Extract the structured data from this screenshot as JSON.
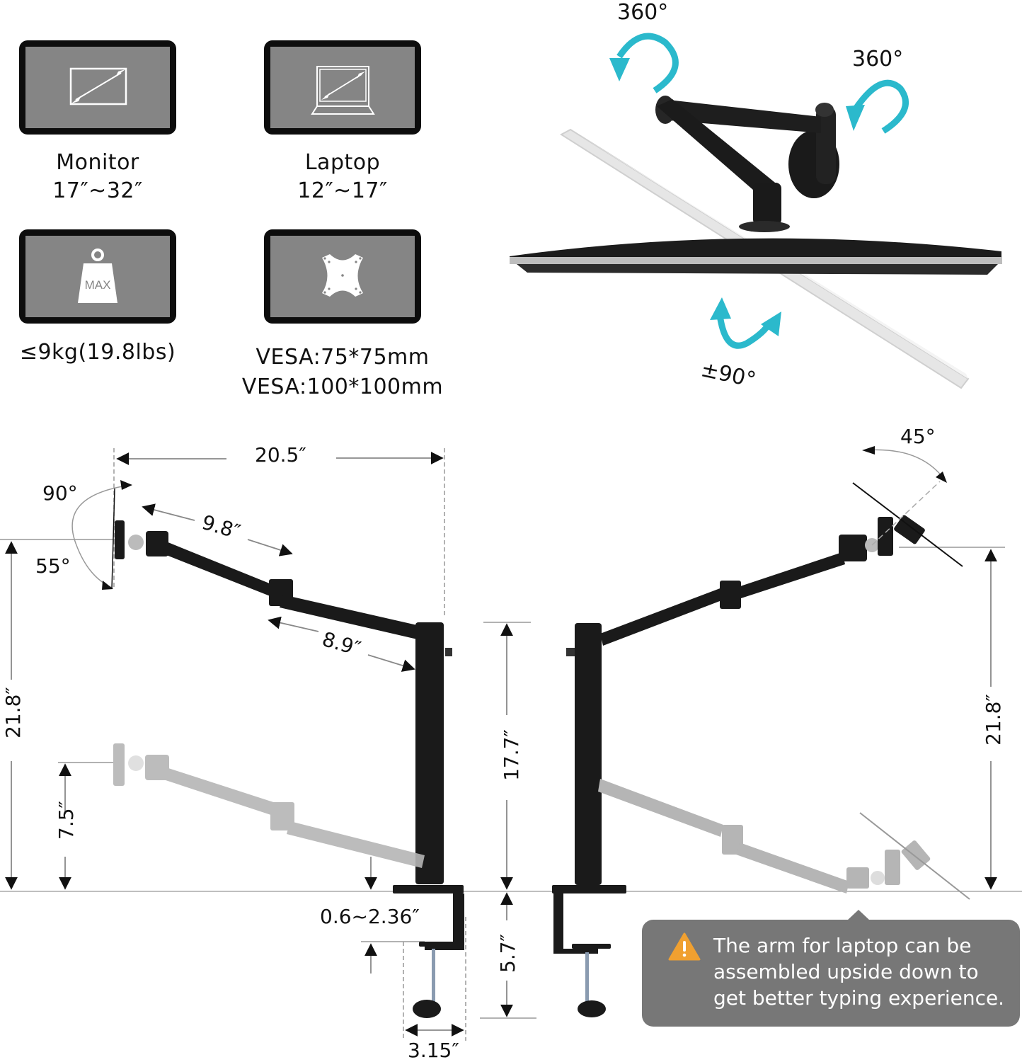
{
  "specs": [
    {
      "id": "monitor",
      "icon": "monitor-diagonal-icon",
      "line1": "Monitor",
      "line2": "17″~32″"
    },
    {
      "id": "laptop",
      "icon": "laptop-diagonal-icon",
      "line1": "Laptop",
      "line2": "12″~17″"
    },
    {
      "id": "weight",
      "icon": "max-weight-icon",
      "icon_text": "MAX",
      "line1": "≤9kg(19.8lbs)"
    },
    {
      "id": "vesa",
      "icon": "vesa-plate-icon",
      "line1": "VESA:75*75mm",
      "line2": "VESA:100*100mm"
    }
  ],
  "rotation": {
    "swivel_arm_label": "360°",
    "swivel_head_label": "360°",
    "rotate_label": "±90°",
    "arrow_color": "#2bb9cc"
  },
  "monitor_diagram": {
    "arm_reach": "20.5″",
    "tilt_up": "90°",
    "tilt_down": "55°",
    "forearm_length": "9.8″",
    "upper_arm_length": "8.9″",
    "max_height": "21.8″",
    "min_height": "7.5″",
    "pole_height": "17.7″",
    "desk_thickness": "0.6~2.36″",
    "clamp_depth": "5.7″",
    "clamp_width": "3.15″"
  },
  "laptop_diagram": {
    "tilt": "45°",
    "max_height": "21.8″"
  },
  "callout": {
    "icon": "warning-icon",
    "text": "The arm for laptop can be assembled upside down to get better typing experience.",
    "bg_color": "#777777",
    "icon_color": "#f0a030"
  }
}
